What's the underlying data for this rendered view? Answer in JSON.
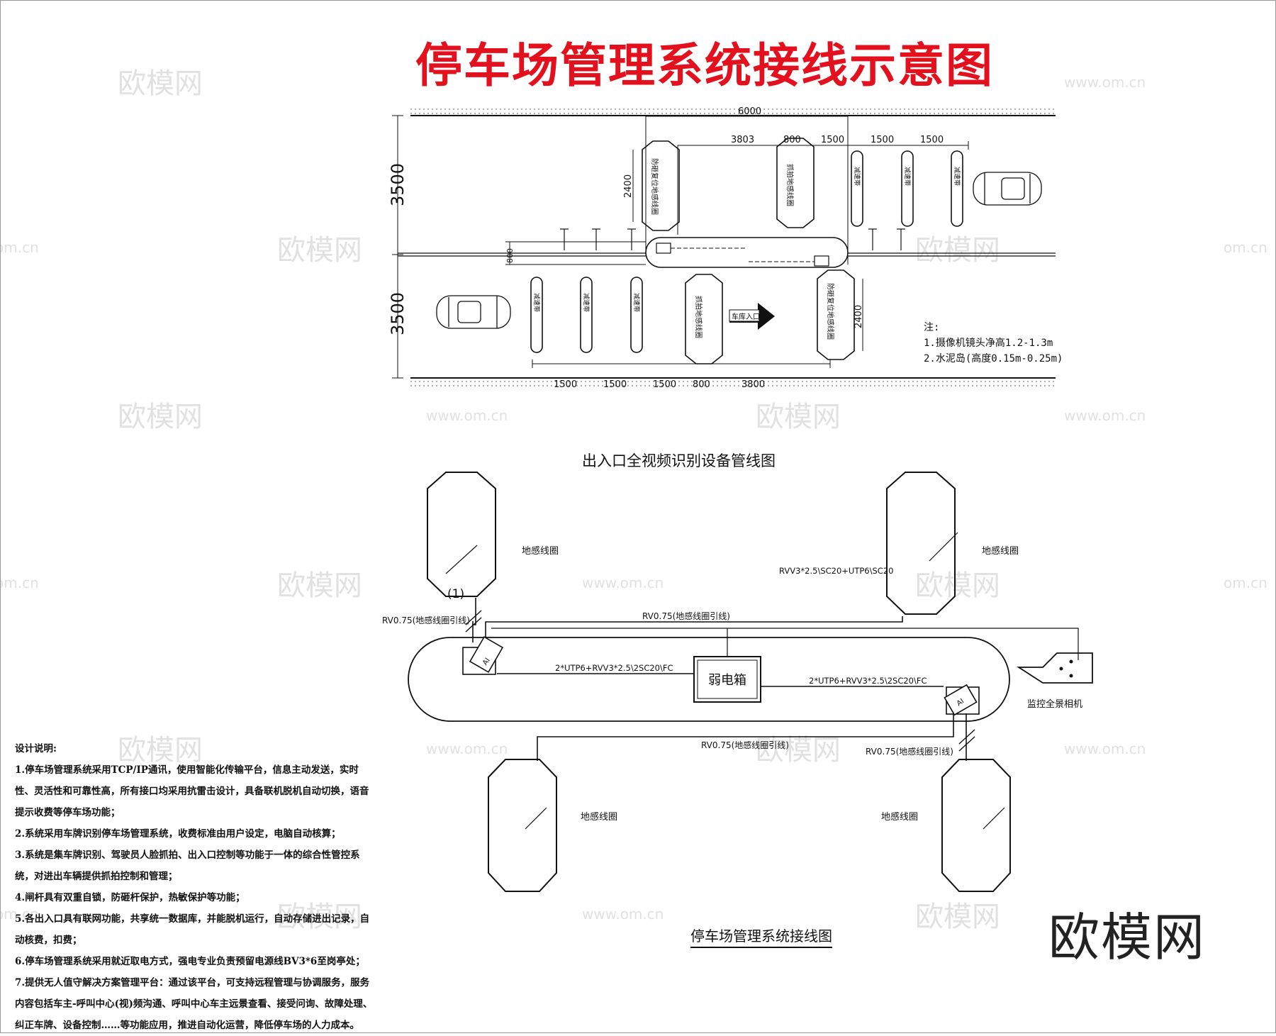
{
  "title": "停车场管理系统接线示意图",
  "watermark_cn": "欧模网",
  "watermark_url": "www.om.cn",
  "watermark_url_short": "om.cn",
  "logo_text": "欧模网",
  "plan": {
    "dim_top": "6000",
    "dim_3803": "3803",
    "dim_800_top": "800",
    "dim_1500_a": "1500",
    "dim_1500_b": "1500",
    "dim_1500_c": "1500",
    "dim_3500_top": "3500",
    "dim_3500_bottom": "3500",
    "dim_2400_left": "2400",
    "dim_2400_right": "2400",
    "dim_800_left": "800",
    "dim_bottom_1500_a": "1500",
    "dim_bottom_1500_b": "1500",
    "dim_bottom_1500_c": "1500",
    "dim_800_bottom": "800",
    "dim_3800": "3800",
    "speed_bump_label": "减速带",
    "anti_smash_label": "防砸复位地感线圈",
    "capture_label": "抓拍地感线圈",
    "entrance_label": "车库入口",
    "notes": {
      "heading": "注:",
      "line1": "1.摄像机镜头净高1.2-1.3m",
      "line2": "2.水泥岛(高度0.15m-0.25m)"
    }
  },
  "caption_top": "出入口全视频识别设备管线图",
  "wiring": {
    "loop_label": "地感线圈",
    "marker": "(1)",
    "cable_rvv_top": "RVV3*2.5\\SC20+UTP6\\SC20",
    "lead_rv_top_left": "RV0.75(地感线圈引线)",
    "lead_rv_top_mid": "RV0.75(地感线圈引线)",
    "cable_left": "2*UTP6+RVV3*2.5\\2SC20\\FC",
    "cable_right": "2*UTP6+RVV3*2.5\\2SC20\\FC",
    "box_label": "弱电箱",
    "camera_label": "监控全景相机",
    "lead_rv_bottom_mid": "RV0.75(地感线圈引线)",
    "lead_rv_bottom_right": "RV0.75(地感线圈引线)",
    "ai_label": "AI"
  },
  "caption_bottom": "停车场管理系统接线图",
  "design_notes": {
    "heading": "设计说明:",
    "line1": "1.停车场管理系统采用TCP/IP通讯，使用智能化传输平台，信息主动发送，实时性、灵活性和可靠性高，所有接口均采用抗雷击设计，具备联机脱机自动切换，语音提示收费等停车场功能；",
    "line2": "2.系统采用车牌识别停车场管理系统，收费标准由用户设定，电脑自动核算；",
    "line3": "3.系统是集车牌识别、驾驶员人脸抓拍、出入口控制等功能于一体的综合性管控系统，对进出车辆提供抓拍控制和管理；",
    "line4": "4.闸杆具有双重自锁，防砸杆保护，热敏保护等功能；",
    "line5": "5.各出入口具有联网功能，共享统一数据库，并能脱机运行，自动存储进出记录，自动核费，扣费；",
    "line6": "6.停车场管理系统采用就近取电方式，强电专业负责预留电源线BV3*6至岗亭处；",
    "line7": "7.提供无人值守解决方案管理平台：通过该平台，可支持远程管理与协调服务，服务内容包括车主-呼叫中心(视)频沟通、呼叫中心车主远景查看、接受问询、故障处理、纠正车牌、设备控制……等功能应用，推进自动化运营，降低停车场的人力成本。"
  }
}
